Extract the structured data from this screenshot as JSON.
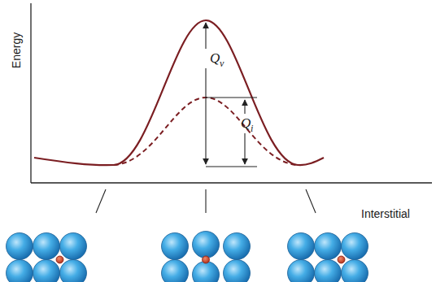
{
  "diagram": {
    "labels": [
      "Energy",
      "Q",
      "v",
      "Q",
      "i",
      "Interstitial"
    ]
  }
}
